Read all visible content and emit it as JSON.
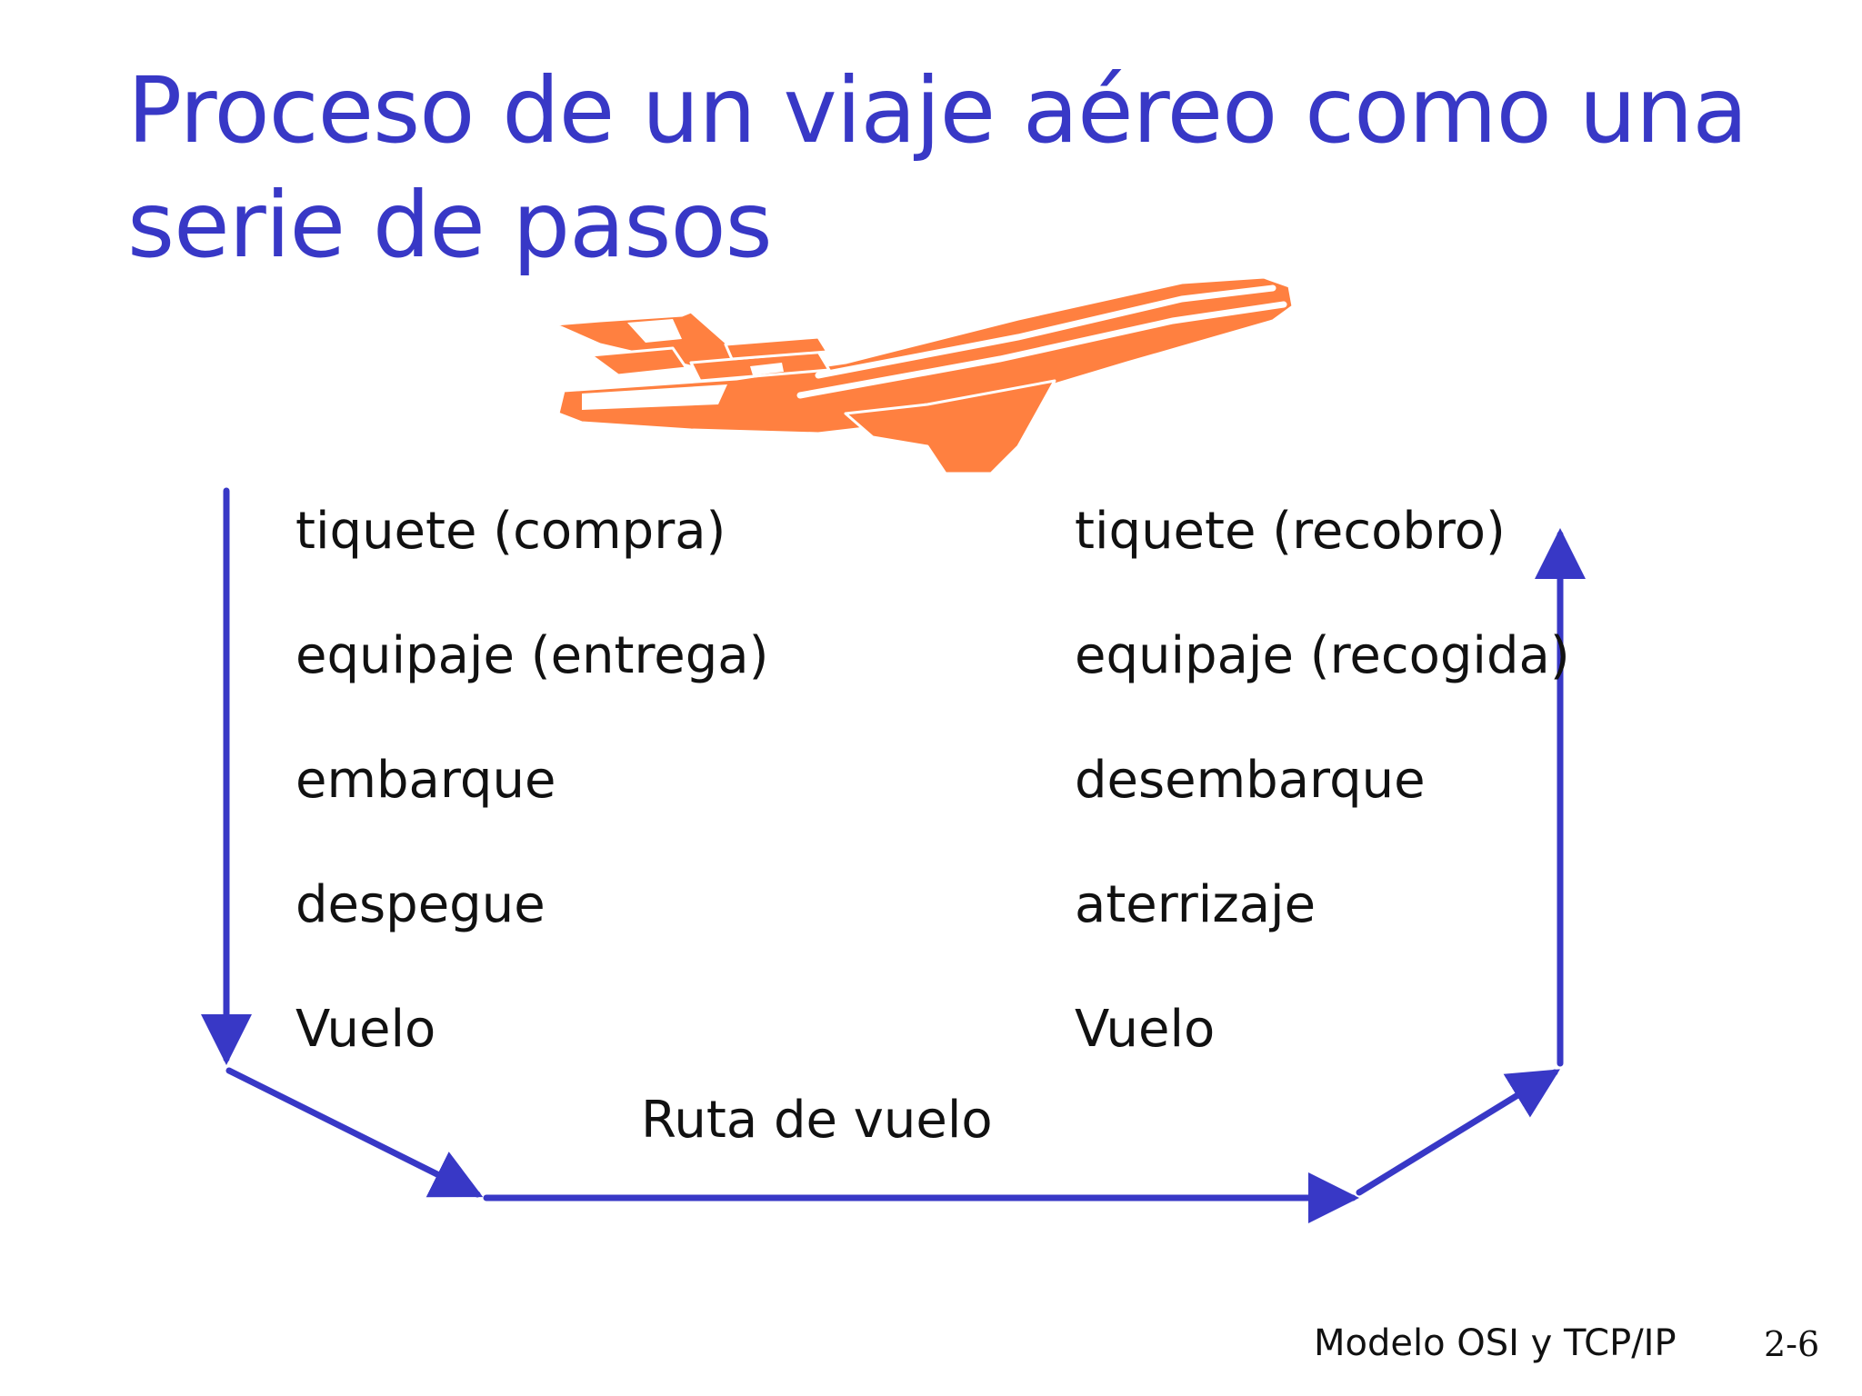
{
  "slide": {
    "title_line_1": "Proceso de un viaje aéreo como una",
    "title_line_2": "serie de pasos",
    "left_steps": [
      "tiquete (compra)",
      "equipaje (entrega)",
      "embarque",
      "despegue",
      "Vuelo"
    ],
    "right_steps": [
      "tiquete (recobro)",
      "equipaje (recogida)",
      "desembarque",
      "aterrizaje",
      "Vuelo"
    ],
    "route_label": "Ruta de vuelo",
    "footer": "Modelo OSI y TCP/IP",
    "page_number": "2-6"
  },
  "colors": {
    "title": "#3838c6",
    "arrows": "#3838c6",
    "plane": "#ff8040",
    "text": "#111111"
  },
  "icons": {
    "plane": "airplane-taking-off-icon"
  }
}
